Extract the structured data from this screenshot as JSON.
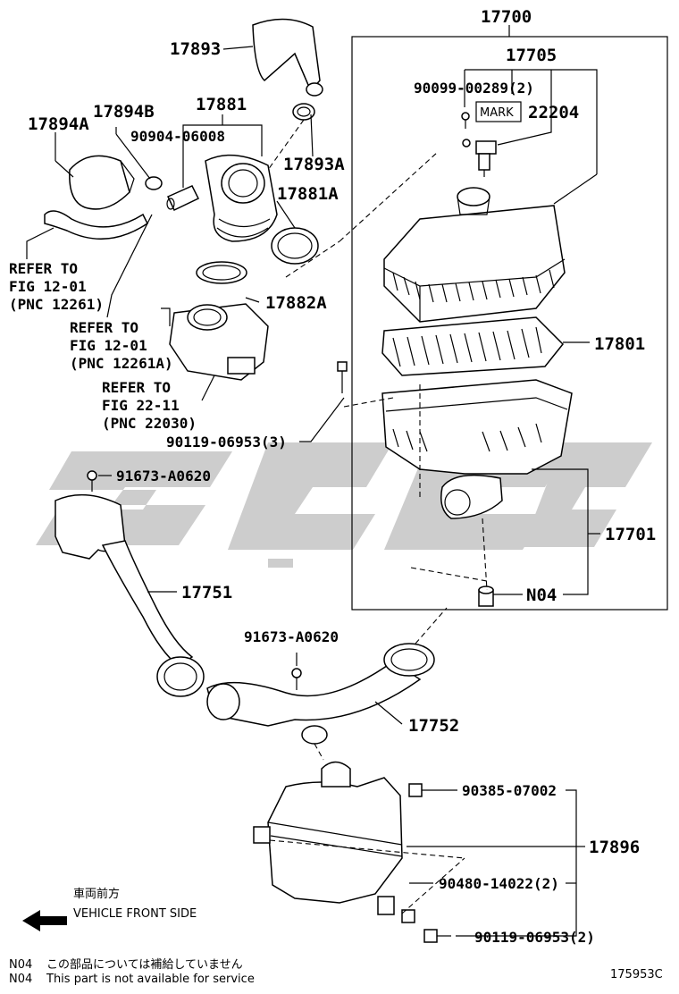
{
  "watermark_color": "#c8c8c8",
  "labels": {
    "l17700": "17700",
    "l17705": "17705",
    "l90099": "90099-00289(2)",
    "mark": "MARK",
    "l22204": "22204",
    "l17893": "17893",
    "l17893a": "17893A",
    "l17881": "17881",
    "l90904": "90904-06008",
    "l17894a": "17894A",
    "l17894b": "17894B",
    "l17881a": "17881A",
    "l17882a": "17882A",
    "ref1_a": "REFER TO",
    "ref1_b": "FIG 12-01",
    "ref1_c": "(PNC 12261)",
    "ref2_a": "REFER TO",
    "ref2_b": "FIG 12-01",
    "ref2_c": "(PNC 12261A)",
    "ref3_a": "REFER TO",
    "ref3_b": "FIG 22-11",
    "ref3_c": "(PNC 22030)",
    "l17801": "17801",
    "l90119a": "90119-06953(3)",
    "l91673a": "91673-A0620",
    "l17701": "17701",
    "n04": "N04",
    "l17751": "17751",
    "l91673b": "91673-A0620",
    "l17752": "17752",
    "l90385": "90385-07002",
    "l17896": "17896",
    "l90480": "90480-14022(2)",
    "l90119b": "90119-06953(2)",
    "front_jp": "車両前方",
    "front_en": "VEHICLE FRONT SIDE",
    "note_jp_code": "N04",
    "note_jp": "この部品については補給していません",
    "note_en_code": "N04",
    "note_en": "This part is not available for service",
    "drawing_no": "175953C"
  }
}
